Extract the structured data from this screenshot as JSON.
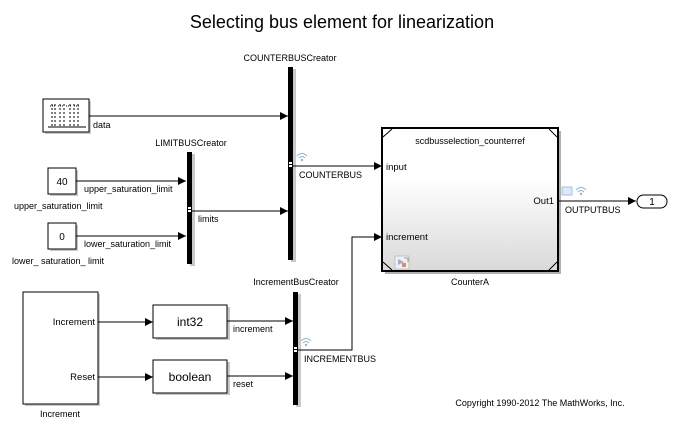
{
  "title": "Selecting bus element for linearization",
  "copyright": "Copyright 1990-2012 The MathWorks, Inc.",
  "blocks": {
    "signal_source": {
      "icon": "pulse-signal-icon",
      "output_signal": "data"
    },
    "upper_const": {
      "value": "40",
      "name": "upper_saturation_limit",
      "output_signal": "upper_saturation_limit"
    },
    "lower_const": {
      "value": "0",
      "name": "lower_ saturation_ limit",
      "output_signal": "lower_saturation_limit"
    },
    "limit_bus_creator": {
      "name": "LIMITBUSCreator",
      "output_signal": "limits"
    },
    "counter_bus_creator": {
      "name": "COUNTERBUSCreator",
      "output_signal": "COUNTERBUS"
    },
    "counter_model": {
      "model_ref": "scdbusselection_counterref",
      "name": "CounterA",
      "inputs": [
        "input",
        "increment"
      ],
      "outputs": [
        "Out1"
      ],
      "output_signal": "OUTPUTBUS"
    },
    "outport": {
      "value": "1"
    },
    "increment_subsystem": {
      "name": "Increment",
      "outputs": [
        "Increment",
        "Reset"
      ]
    },
    "int32_convert": {
      "label": "int32",
      "output_signal": "increment"
    },
    "boolean_convert": {
      "label": "boolean",
      "output_signal": "reset"
    },
    "increment_bus_creator": {
      "name": "IncrementBusCreator",
      "output_signal": "INCREMENTBUS"
    }
  },
  "colors": {
    "stream_icon": "#8fb4dc",
    "block_shadow": "#c8c8c8",
    "model_gradient_end": "#d9d9d9"
  }
}
